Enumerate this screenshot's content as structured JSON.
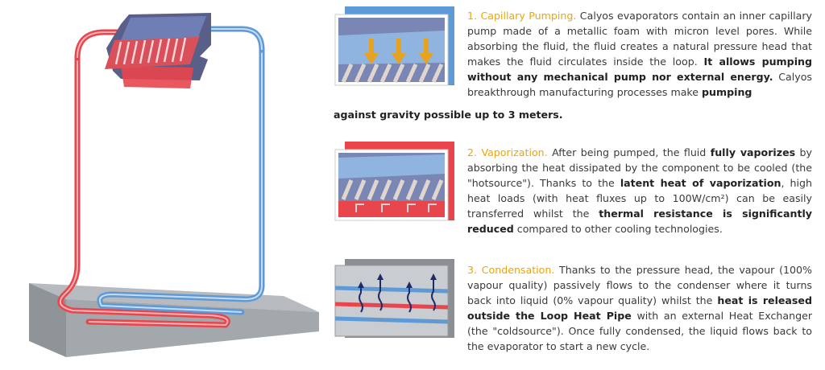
{
  "colors": {
    "hot": "#e8454d",
    "cold": "#5e9ad6",
    "accent": "#f0a500",
    "plate": "#a3a8ad",
    "evap": "#5a5f88"
  },
  "step1": {
    "title": "1. Capillary Pumping.",
    "t1": " Calyos evaporators contain an inner capillary pump made of a metallic foam with micron level pores. While absorbing the fluid, the fluid creates a natural pressure head that makes the fluid circulates inside the loop. ",
    "b1": "It allows pumping without any mechanical pump nor external energy.",
    "t2": " Calyos breakthrough manufacturing processes make ",
    "b2": "pumping",
    "b3": "against gravity possible up to 3 meters."
  },
  "step2": {
    "title": "2. Vaporization.",
    "t1": " After being pumped, the fluid ",
    "b1": "fully vaporizes",
    "t2": " by absorbing the heat dissipated by the component to be cooled (the \"hotsource\"). Thanks to the ",
    "b2": "latent heat of vaporization",
    "t3": ", high heat loads (with heat fluxes up to 100W/cm²) can be easily transferred whilst the ",
    "b3": "thermal resistance is significantly reduced",
    "t4": " compared to other cooling technologies."
  },
  "step3": {
    "title": "3. Condensation.",
    "t1": " Thanks to the pressure head, the vapour (100% vapour quality) passively flows to the condenser where it turns back into liquid (0% vapour quality) whilst the ",
    "b1": "heat is released outside the Loop Heat Pipe",
    "t2": " with an external Heat Exchanger (the \"coldsource\"). Once fully condensed, the liquid flows back to the evaporator to start a new cycle."
  }
}
